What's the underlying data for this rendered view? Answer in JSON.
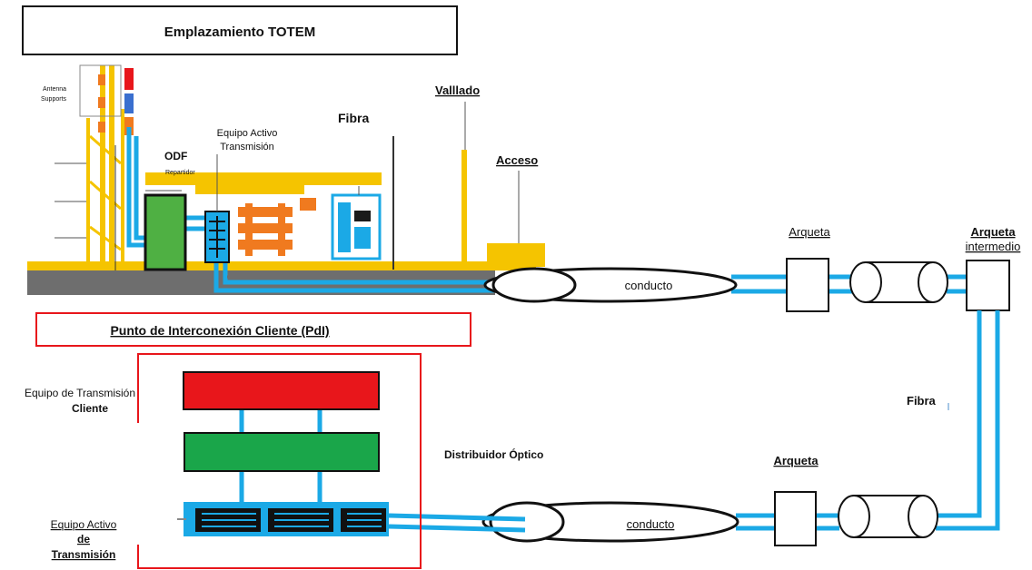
{
  "colors": {
    "fiber": "#1ba9e6",
    "mast": "#f5c400",
    "red": "#e8161b",
    "green": "#1aa64a",
    "orange": "#f07a1f",
    "ground": "#6e6e6e",
    "accent_text": "#4c8fcc"
  },
  "site": {
    "title": "Emplazamiento TOTEM",
    "antenna_label_1": "Antenna",
    "antenna_label_2": "Supports",
    "odf_label": "ODF",
    "odf_sublabel": "Repartidor",
    "active_equipment_line1": "Equipo Activo",
    "active_equipment_line2": "Transmisión",
    "fiber_label": "Fibra",
    "fence_label": "Valllado",
    "access_label": "Acceso",
    "duct_label": "conducto"
  },
  "route": {
    "manhole_1": "Arqueta",
    "manhole_intermediate_1": "Arqueta",
    "manhole_intermediate_2": "intermedio",
    "fiber_label": "Fibra",
    "manhole_2": "Arqueta",
    "duct_label": "conducto"
  },
  "pdi": {
    "title": "Punto de Interconexión Cliente (PdI)",
    "client_tx_line1": "Equipo de Transmisión",
    "client_tx_line2": "Cliente",
    "optical_distributor": "Distribuidor Óptico",
    "active_tx_line1": "Equipo Activo",
    "active_tx_line2": "de",
    "active_tx_line3": "Transmisión"
  }
}
